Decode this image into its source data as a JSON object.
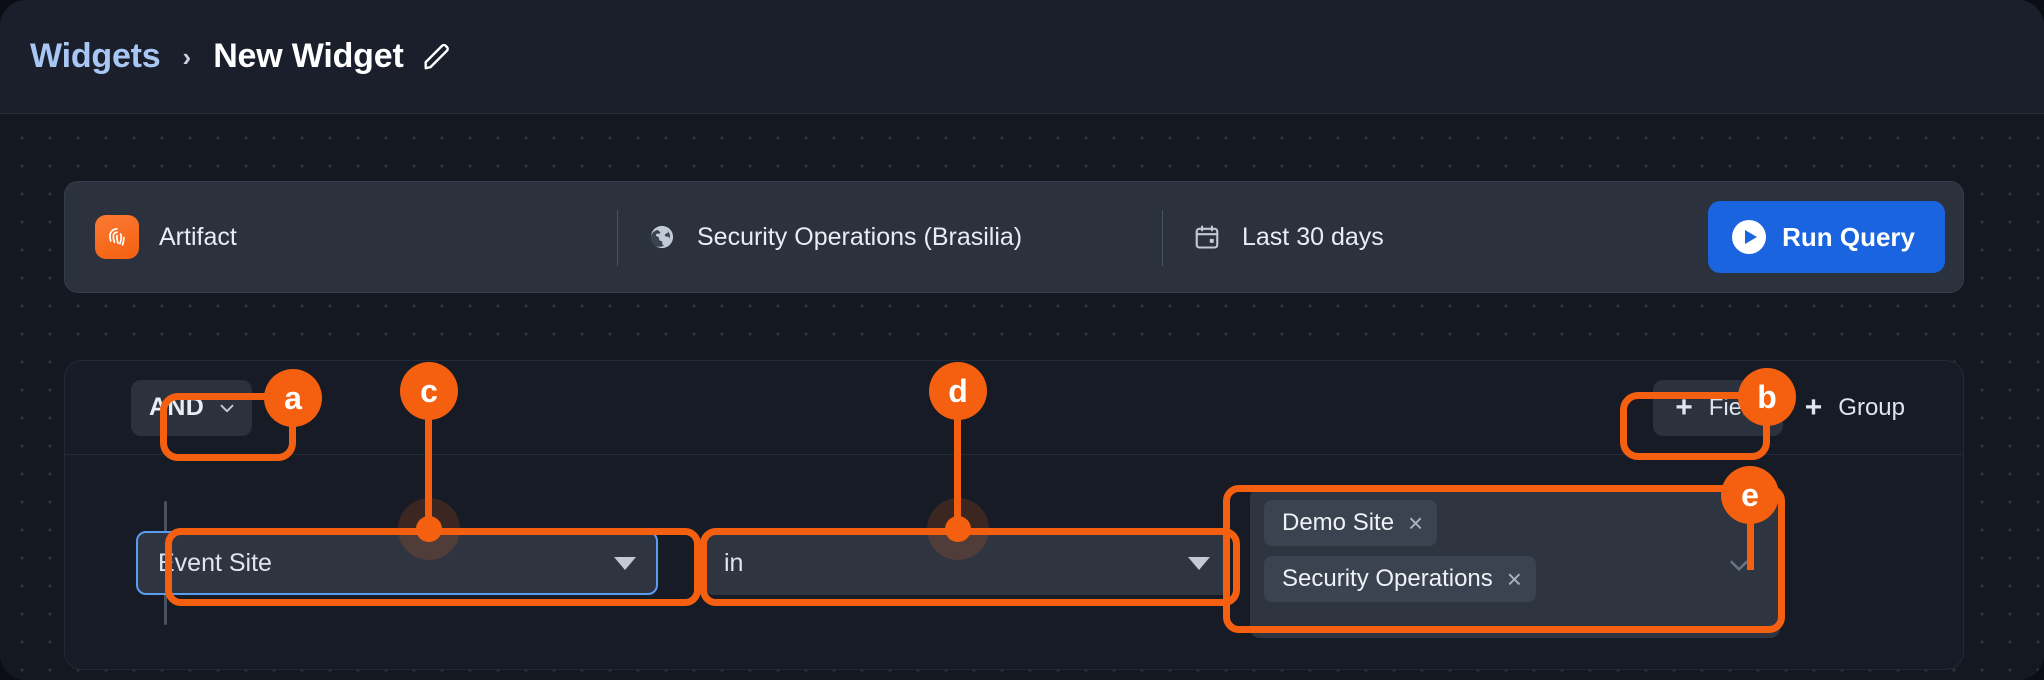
{
  "header": {
    "breadcrumb_root": "Widgets",
    "breadcrumb_separator": "›",
    "breadcrumb_current": "New Widget",
    "edit_icon": "pencil-icon"
  },
  "toolbar": {
    "artifact_label": "Artifact",
    "artifact_icon": "fingerprint-icon",
    "scope_label": "Security Operations (Brasilia)",
    "scope_icon": "globe-icon",
    "range_label": "Last 30 days",
    "range_icon": "calendar-icon",
    "run_query_label": "Run Query",
    "run_query_icon": "play-circle-icon",
    "run_query_color": "#1a64e0"
  },
  "builder": {
    "logic_operator": "AND",
    "logic_chevron": "chevron-down-icon",
    "add_field_label": "Field",
    "add_group_label": "Group",
    "plus_glyph": "+",
    "condition": {
      "field_value": "Event Site",
      "operator_value": "in",
      "values": [
        {
          "label": "Demo Site",
          "remove": "×"
        },
        {
          "label": "Security Operations",
          "remove": "×"
        }
      ],
      "values_chevron": "chevron-down-icon"
    }
  },
  "annotations": {
    "accent_color": "#f4600f",
    "markers": [
      {
        "id": "a",
        "target": "logic-operator-select"
      },
      {
        "id": "b",
        "target": "add-field-button"
      },
      {
        "id": "c",
        "target": "field-select"
      },
      {
        "id": "d",
        "target": "operator-select"
      },
      {
        "id": "e",
        "target": "values-multiselect"
      }
    ]
  }
}
